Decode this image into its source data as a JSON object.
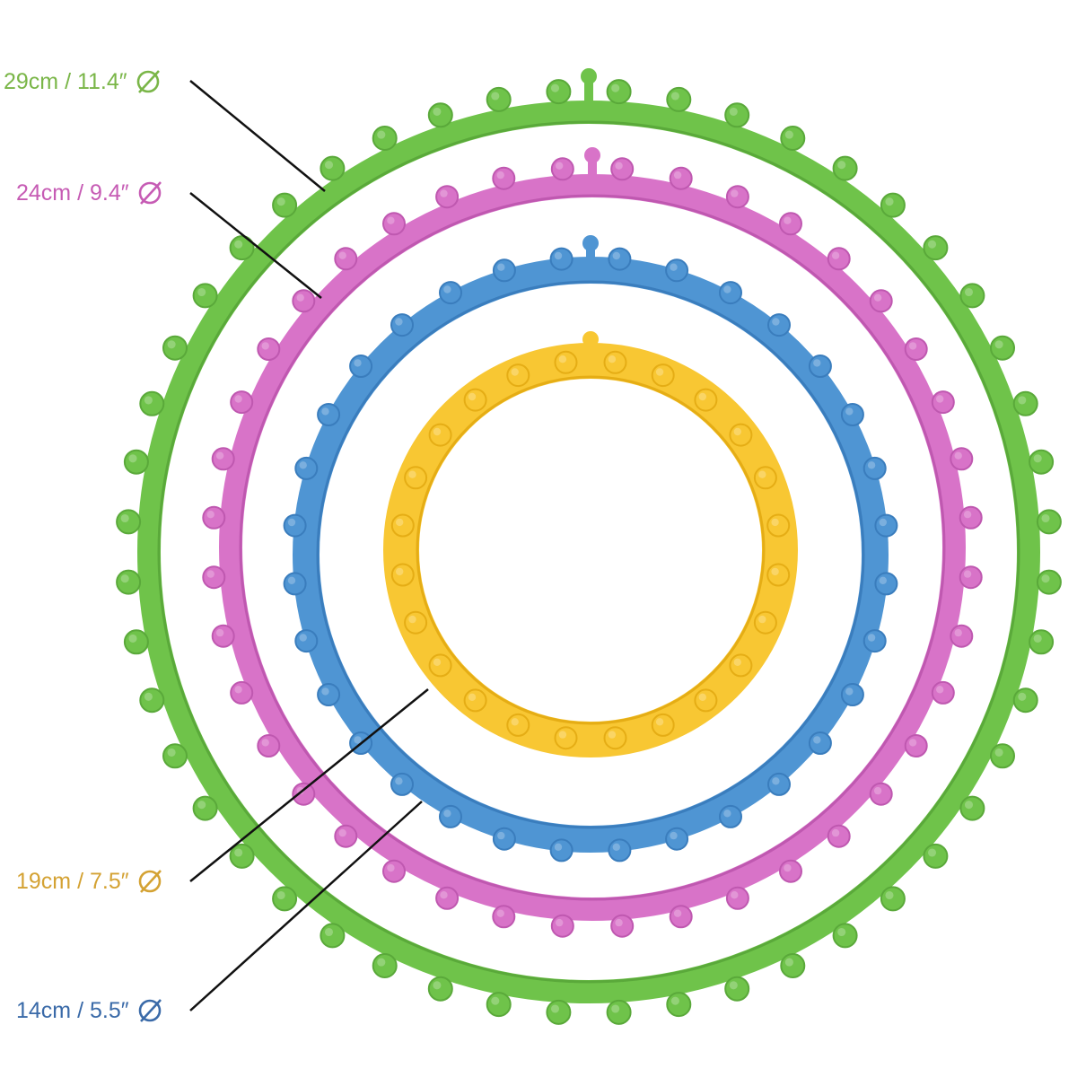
{
  "labels": [
    {
      "key": "green",
      "text": "29cm / 11.4″",
      "symbol": "diameter-icon",
      "color": "#7ab648"
    },
    {
      "key": "pink",
      "text": "24cm / 9.4″",
      "symbol": "diameter-icon",
      "color": "#c65bb4"
    },
    {
      "key": "yellow",
      "text": "19cm / 7.5″",
      "symbol": "diameter-icon",
      "color": "#d4a233"
    },
    {
      "key": "blue",
      "text": "14cm / 5.5″",
      "symbol": "diameter-icon",
      "color": "#3a6aa8"
    }
  ],
  "looms": [
    {
      "name": "green-loom",
      "color": "#6fc34a",
      "shade": "#5aa93a",
      "pegs": 48
    },
    {
      "name": "pink-loom",
      "color": "#d873c8",
      "shade": "#bf58b0",
      "pegs": 40
    },
    {
      "name": "blue-loom",
      "color": "#4f95d3",
      "shade": "#3a7dbd",
      "pegs": 32
    },
    {
      "name": "yellow-loom",
      "color": "#f8c733",
      "shade": "#e5ad15",
      "pegs": 24
    }
  ]
}
